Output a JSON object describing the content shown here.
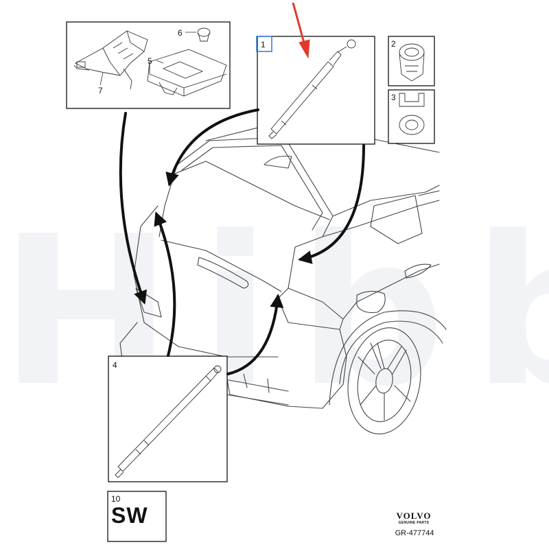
{
  "watermark": "Hibbl",
  "callouts": {
    "part1": "1",
    "part2": "2",
    "part3": "3",
    "part4": "4",
    "part5": "5",
    "part6": "6",
    "part7": "7",
    "part10": "10"
  },
  "software_label": "SW",
  "brand": {
    "name": "VOLVO",
    "tagline": "GENUINE PARTS",
    "drawing_number": "GR-477744"
  },
  "colors": {
    "highlight_arrow": "#e23a2a",
    "selected_callout": "#3a7fd5",
    "watermark": "#f1f3f6",
    "line": "#111111"
  }
}
